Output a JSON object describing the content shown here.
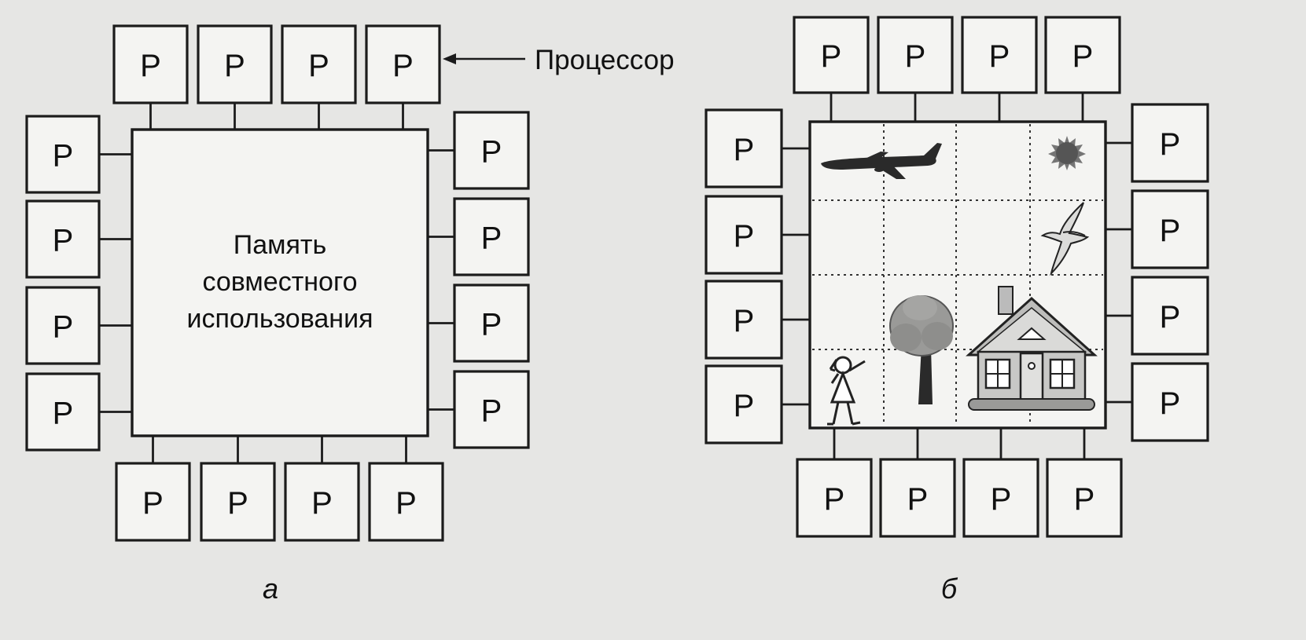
{
  "diagram_a": {
    "processor_label": "P",
    "memory_lines": [
      "Память",
      "совместного",
      "использования"
    ],
    "annotation": "Процессор",
    "caption": "а"
  },
  "diagram_b": {
    "processor_label": "P",
    "caption": "б",
    "pictures": [
      "plane-icon",
      "sun-icon",
      "bird-icon",
      "tree-icon",
      "house-icon",
      "girl-icon"
    ]
  },
  "colors": {
    "background": "#e6e6e4",
    "box_fill": "#f4f4f2",
    "ink": "#1b1b1b"
  }
}
